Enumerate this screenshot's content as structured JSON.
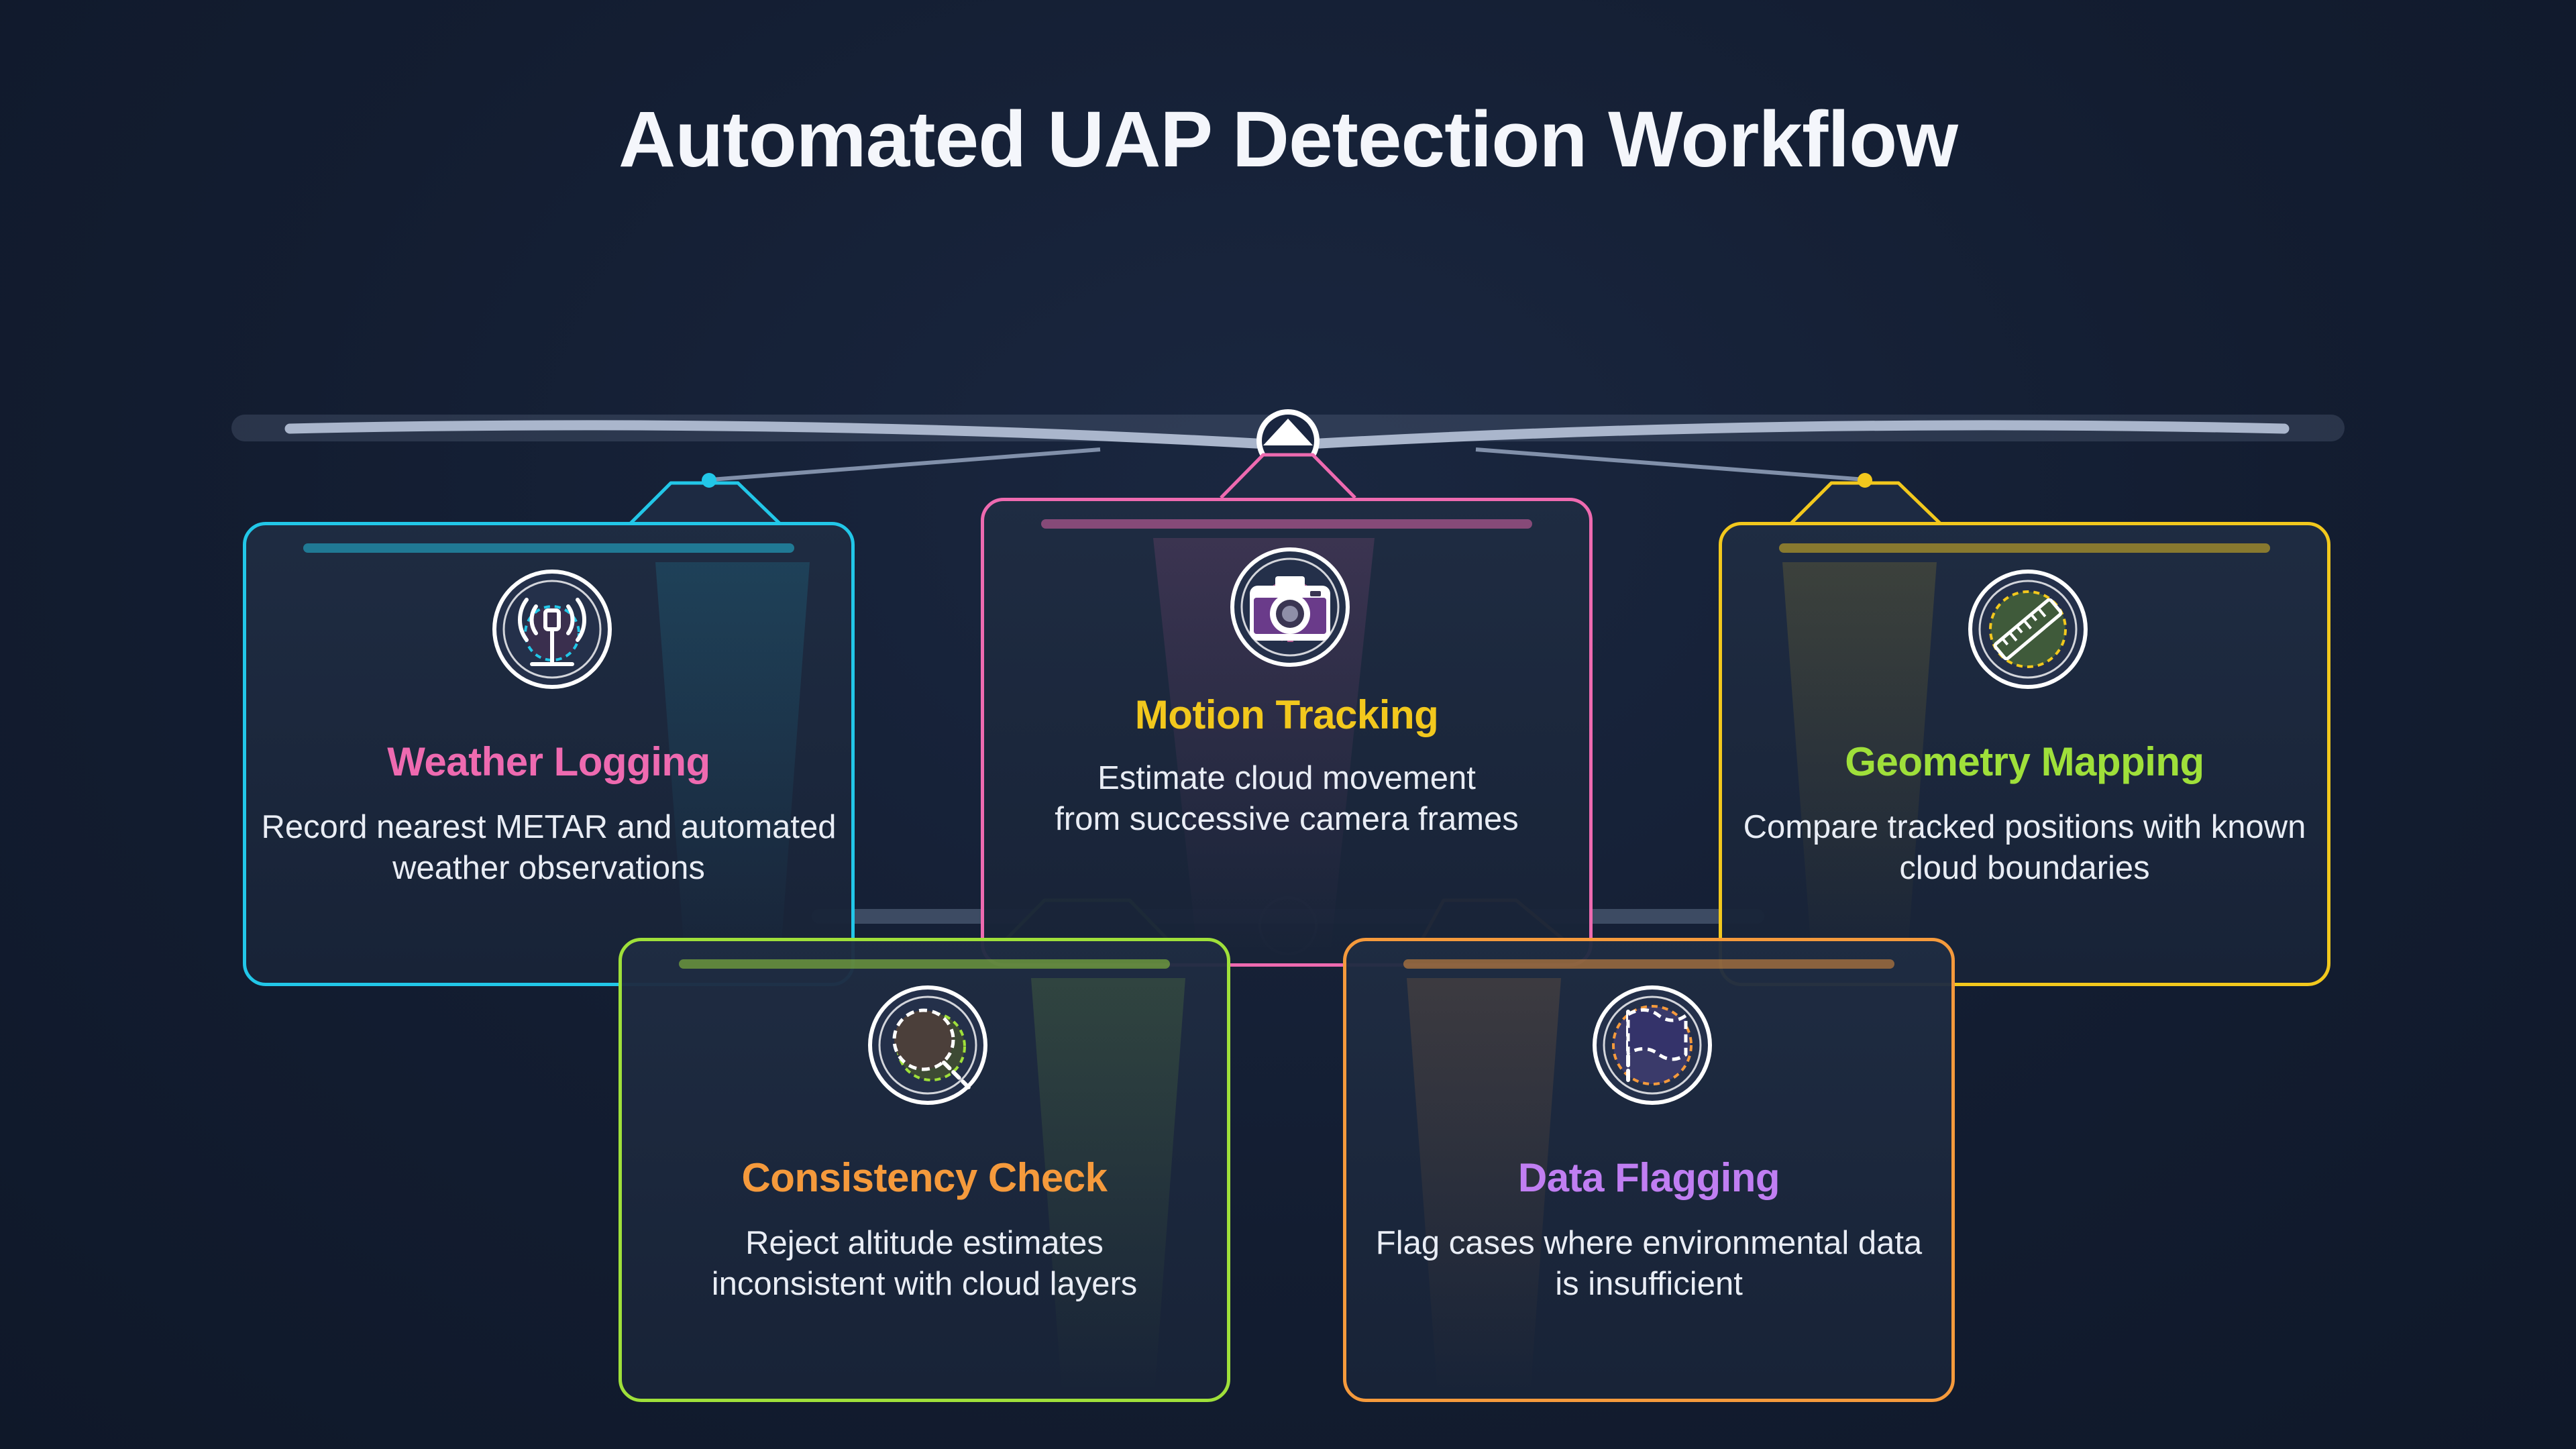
{
  "title": "Automated UAP Detection Workflow",
  "colors": {
    "background": "#131d31",
    "cyan": "#22c7e8",
    "pink": "#ee6ab0",
    "yellow": "#f2c81d",
    "lime": "#9fe03a",
    "orange": "#f59a3c",
    "violet": "#c07ef2",
    "beam": "#aab6cc"
  },
  "steps": [
    {
      "title": "Weather Logging",
      "title_color": "#ee6ab0",
      "border_color": "#22c7e8",
      "icon": "antenna-icon",
      "description_lines": [
        "Record nearest METAR and automated",
        "weather observations"
      ]
    },
    {
      "title": "Motion Tracking",
      "title_color": "#f2c81d",
      "border_color": "#ee6ab0",
      "icon": "camera-icon",
      "description_lines": [
        "Estimate cloud movement",
        "from successive camera frames"
      ]
    },
    {
      "title": "Geometry Mapping",
      "title_color": "#9fe03a",
      "border_color": "#f2c81d",
      "icon": "ruler-icon",
      "description_lines": [
        "Compare tracked positions with known",
        "cloud boundaries"
      ]
    },
    {
      "title": "Consistency Check",
      "title_color": "#f59a3c",
      "border_color": "#9fe03a",
      "icon": "magnifier-icon",
      "description_lines": [
        "Reject altitude estimates",
        "inconsistent with cloud layers"
      ]
    },
    {
      "title": "Data Flagging",
      "title_color": "#c07ef2",
      "border_color": "#f59a3c",
      "icon": "flag-icon",
      "description_lines": [
        "Flag cases where environmental data",
        "is insufficient"
      ]
    }
  ]
}
